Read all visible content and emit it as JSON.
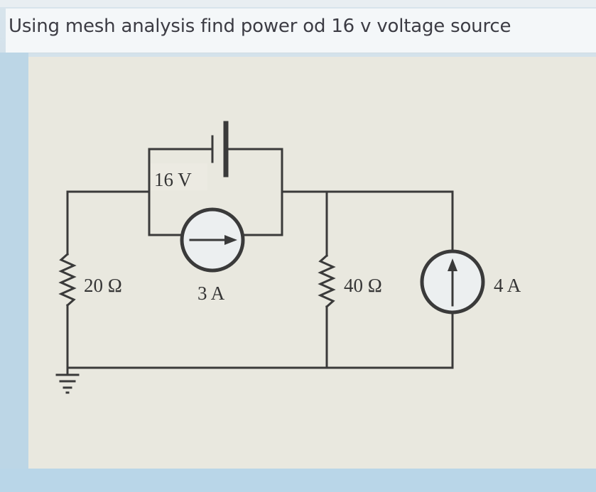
{
  "question": {
    "text": "Using mesh analysis find power od 16 v voltage source"
  },
  "circuit": {
    "labels": {
      "voltage_source": "16 V",
      "current_source_3a": "3 A",
      "resistor_20": "20 Ω",
      "resistor_40": "40 Ω",
      "current_source_4a": "4 A"
    },
    "icons": {
      "voltage_source": "battery-icon",
      "current_sources": "current-source-icon",
      "resistors": "resistor-icon",
      "ground": "ground-icon"
    },
    "colors": {
      "wire": "#3a3a3a",
      "panel": "#e9e8df",
      "source_fill": "#eceff0"
    }
  }
}
